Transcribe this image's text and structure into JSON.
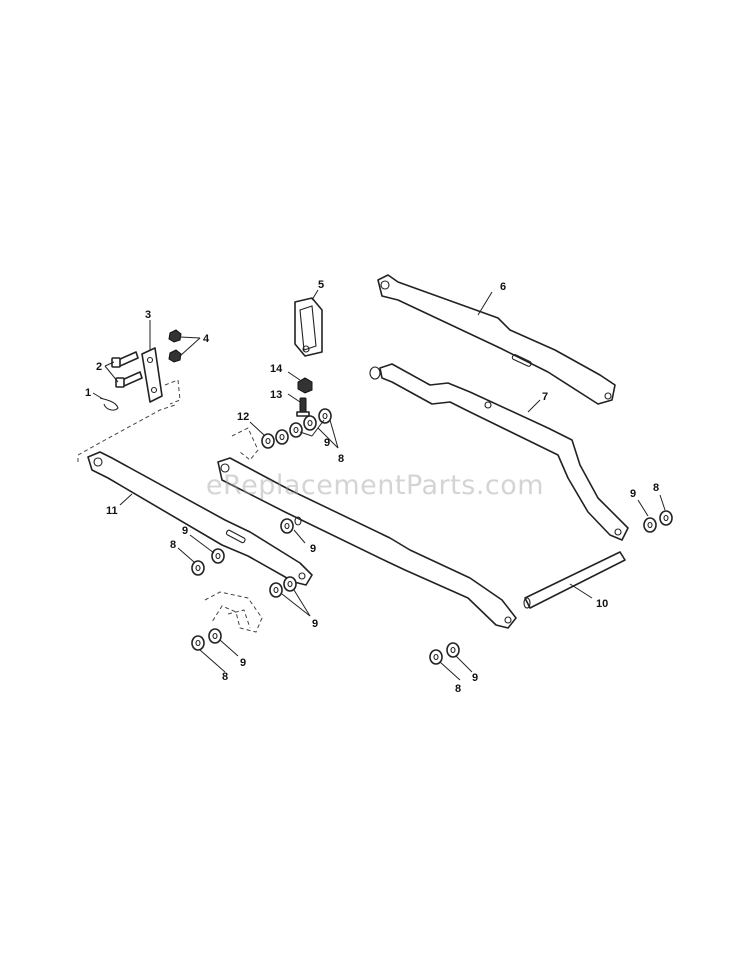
{
  "watermark": "eReplacementParts.com",
  "callouts": {
    "c1": "1",
    "c2": "2",
    "c3": "3",
    "c4": "4",
    "c5": "5",
    "c6": "6",
    "c7": "7",
    "c8a": "8",
    "c8b": "8",
    "c8c": "8",
    "c8d": "8",
    "c8e": "8",
    "c9a": "9",
    "c9b": "9",
    "c9c": "9",
    "c9d": "9",
    "c9e": "9",
    "c9f": "9",
    "c9g": "9",
    "c10": "10",
    "c11": "11",
    "c12": "12",
    "c13": "13",
    "c14": "14"
  }
}
